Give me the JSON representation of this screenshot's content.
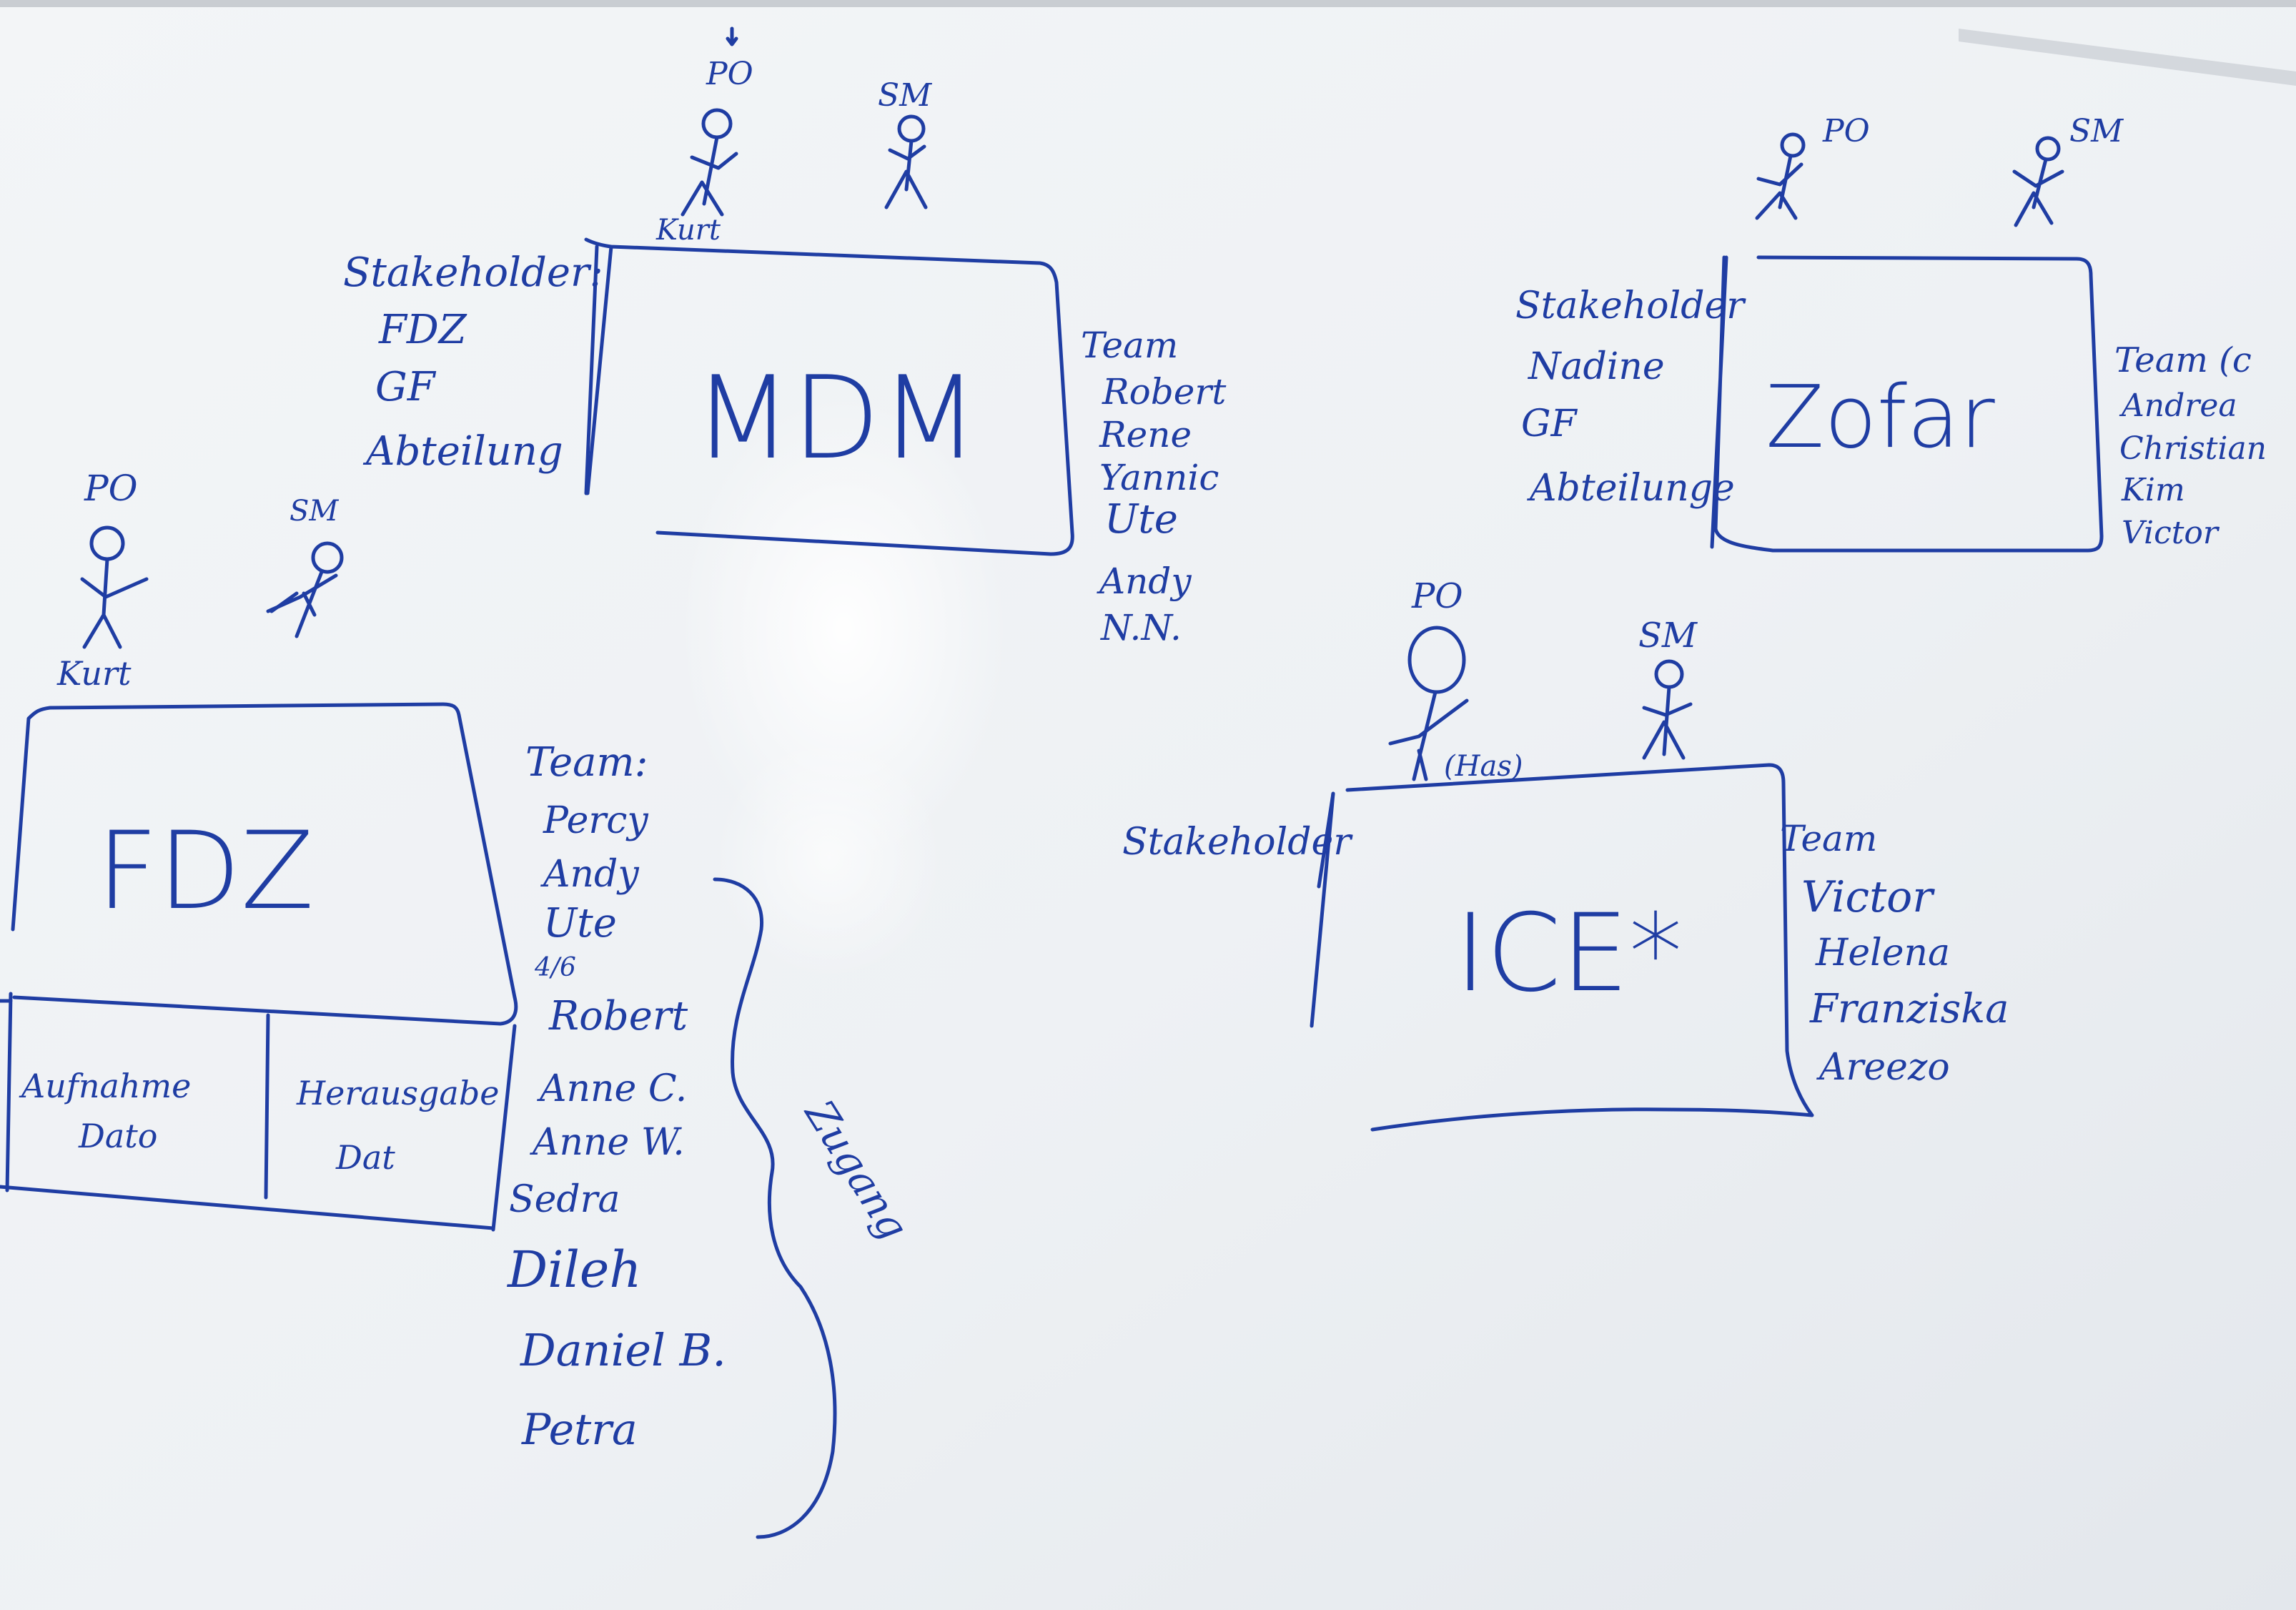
{
  "colors": {
    "ink": "#1f3da3",
    "board": "#eef1f4",
    "board_shadow": "#dde2e8",
    "frame": "#c9cdd2"
  },
  "mdm": {
    "title": "MDM",
    "po_label": "PO",
    "po_name": "Kurt",
    "sm_label": "SM",
    "stakeholder_heading": "Stakeholder:",
    "stakeholders": [
      "FDZ",
      "GF",
      "Abteilung"
    ],
    "team": [
      "Team",
      "Robert",
      "Rene",
      "Yannic",
      "Ute",
      "Andy",
      "N.N."
    ]
  },
  "zofar": {
    "title": "Zofar",
    "po_label": "PO",
    "sm_label": "SM",
    "stakeholder_heading": "Stakeholder",
    "stakeholders": [
      "Nadine",
      "GF",
      "Abteilunge"
    ],
    "team": [
      "Team (c",
      "Andrea",
      "Christian",
      "Kim",
      "Victor"
    ]
  },
  "fdz": {
    "title": "FDZ",
    "po_label": "PO",
    "po_name": "Kurt",
    "sm_label": "SM",
    "sub_left": [
      "Aufnahme",
      "Dato"
    ],
    "sub_right": [
      "Herausgabe",
      "Dat"
    ],
    "team": [
      "Team:",
      "Percy",
      "Andy",
      "Ute",
      "4/6",
      "Robert",
      "Anne C.",
      "Anne W.",
      "Sedra",
      "Dileh",
      "Daniel B.",
      "Petra"
    ],
    "bracket_note": "Zugang"
  },
  "ice": {
    "title": "ICE*",
    "po_label": "PO",
    "po_name": "(Has)",
    "sm_label": "SM",
    "stakeholder_heading": "Stakeholder",
    "team": [
      "Team",
      "Victor",
      "Helena",
      "Franziska",
      "Areezo"
    ]
  }
}
